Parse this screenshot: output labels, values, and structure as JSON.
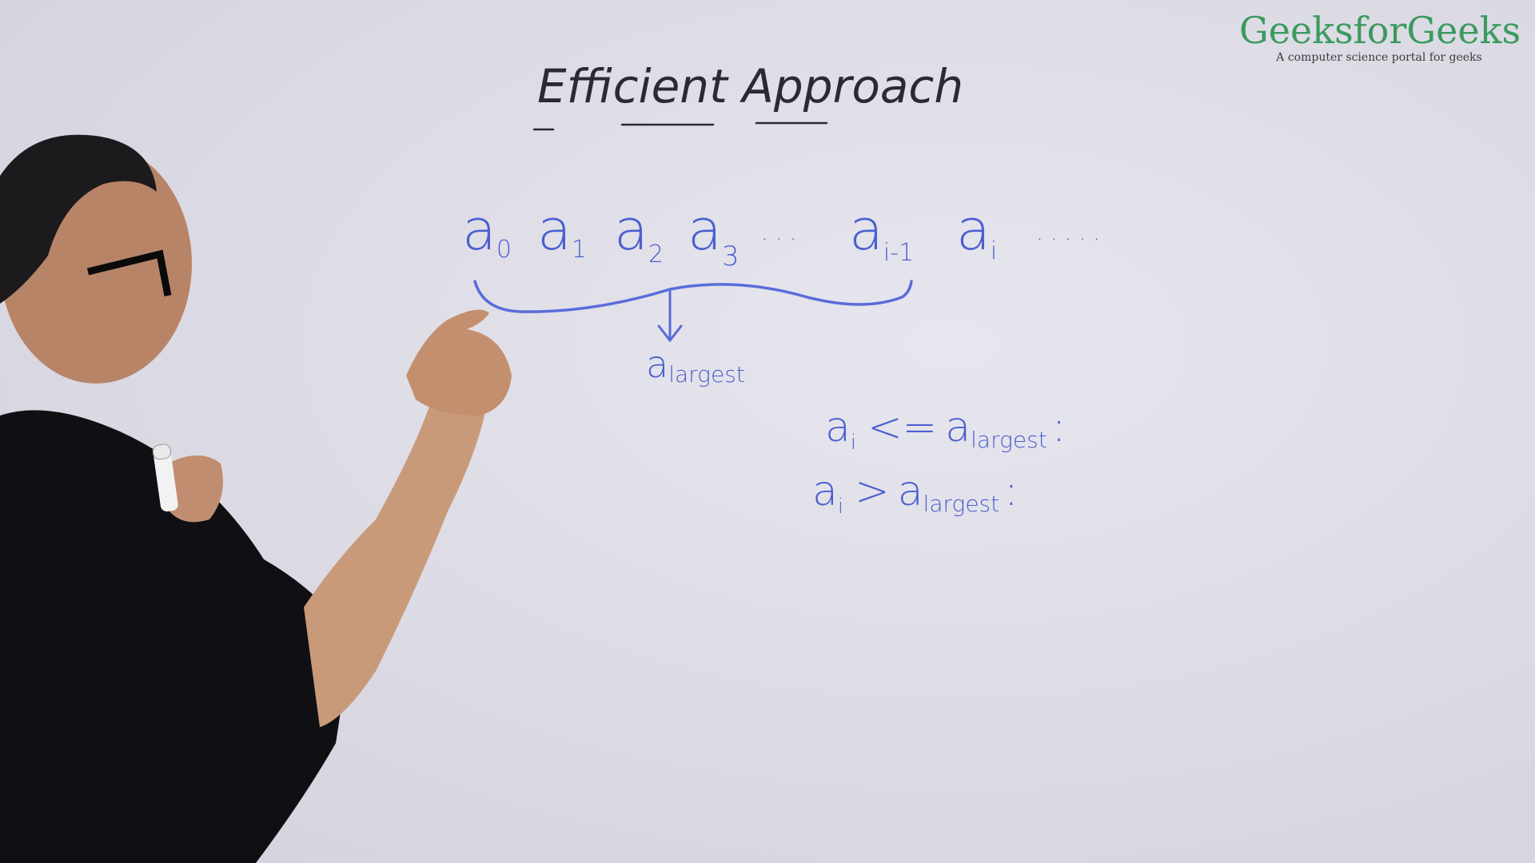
{
  "logo": {
    "title": "GeeksforGeeks",
    "tagline": "A computer science portal for geeks",
    "color": "#3c9a5f"
  },
  "whiteboard": {
    "heading": "Efficient Approach",
    "sequence": [
      {
        "base": "a",
        "sub": "0"
      },
      {
        "base": "a",
        "sub": "1"
      },
      {
        "base": "a",
        "sub": "2"
      },
      {
        "base": "a",
        "sub": "3"
      },
      {
        "base": ". . .",
        "sub": ""
      },
      {
        "base": "a",
        "sub": "i-1"
      },
      {
        "base": "a",
        "sub": "i"
      },
      {
        "base": ". . . . .",
        "sub": ""
      }
    ],
    "brace_label": {
      "base": "a",
      "sub": "largest"
    },
    "conditions": [
      {
        "lhs": "a",
        "lhs_sub": "i",
        "op": "<=",
        "rhs": "a",
        "rhs_sub": "largest",
        "end": ":"
      },
      {
        "lhs": "a",
        "lhs_sub": "i",
        "op": ">",
        "rhs": "a",
        "rhs_sub": "largest",
        "end": ":"
      }
    ],
    "ink_colors": {
      "heading": "#2a2a35",
      "math": "#4a5fd0"
    }
  }
}
